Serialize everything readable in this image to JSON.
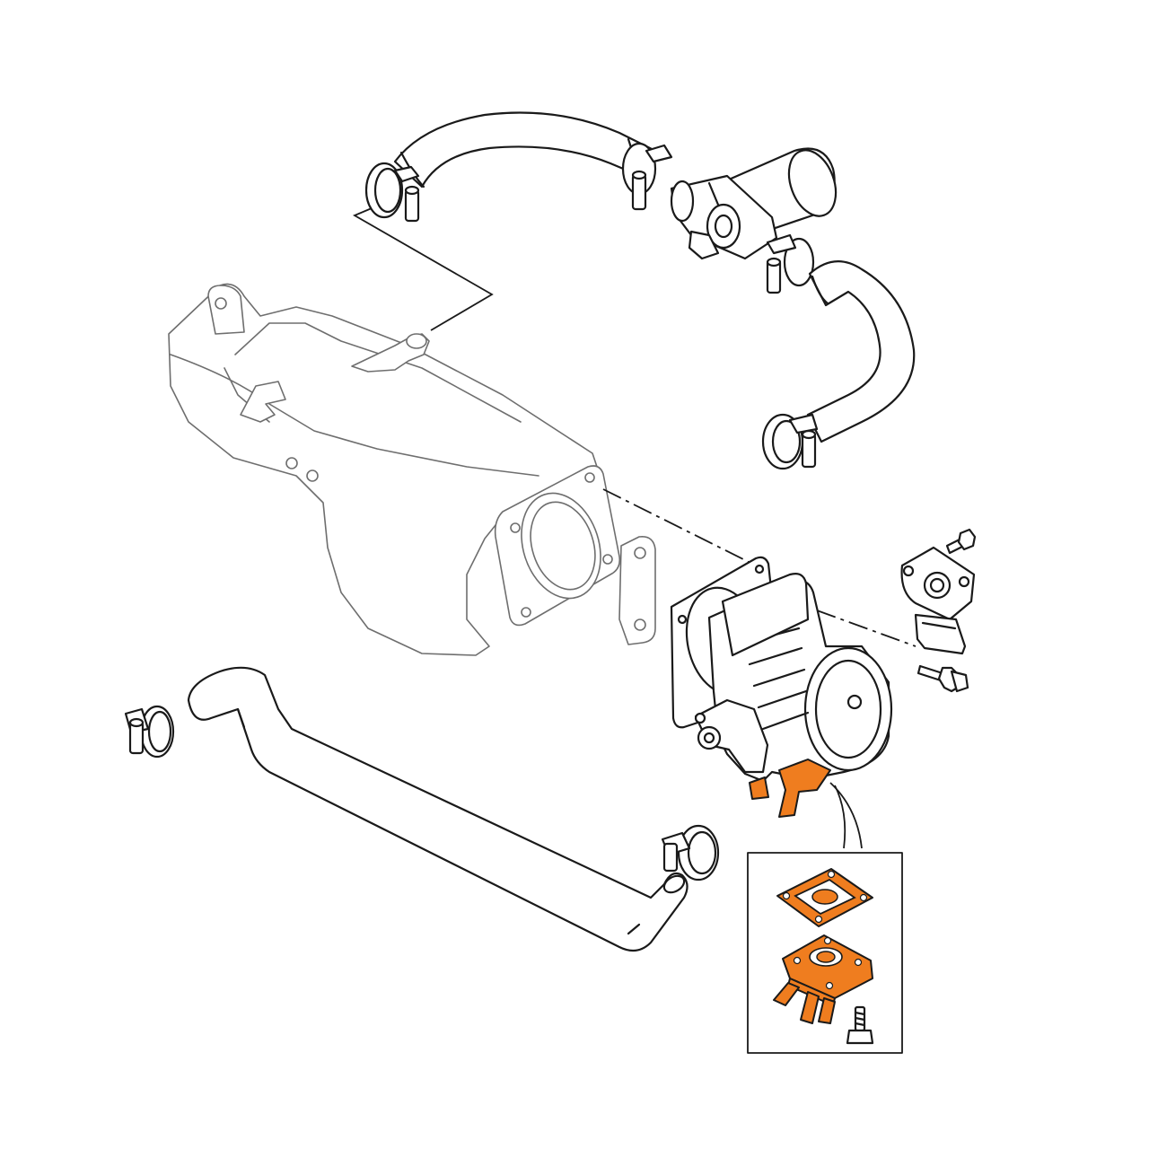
{
  "diagram": {
    "highlight_color": "#ef7d1f",
    "line_color": "#1a1a1a",
    "ghost_line_color": "#6e6e6e",
    "background": "#ffffff",
    "parts": [
      {
        "name": "intake-plenum",
        "highlighted": false
      },
      {
        "name": "upper-coolant-hose",
        "highlighted": false
      },
      {
        "name": "coolant-valve",
        "highlighted": false
      },
      {
        "name": "right-coolant-hose",
        "highlighted": false
      },
      {
        "name": "lower-coolant-pipe",
        "highlighted": false
      },
      {
        "name": "hose-clips",
        "highlighted": false
      },
      {
        "name": "throttle-body",
        "highlighted": false
      },
      {
        "name": "throttle-body-gasket",
        "highlighted": false
      },
      {
        "name": "throttle-position-sensor",
        "highlighted": false
      },
      {
        "name": "throttle-body-bracket",
        "highlighted": true
      },
      {
        "name": "bracket-gasket",
        "highlighted": true
      },
      {
        "name": "bolts",
        "highlighted": false
      }
    ]
  }
}
